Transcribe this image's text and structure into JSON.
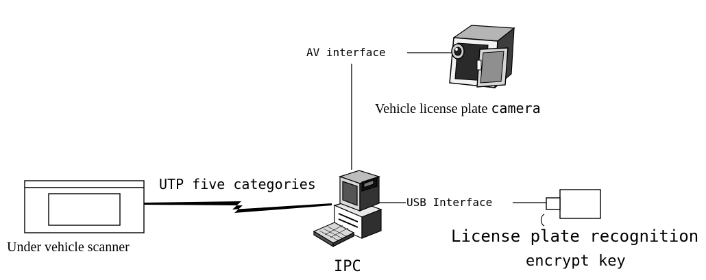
{
  "labels": {
    "av_interface": "AV interface",
    "camera_caption_part1": "Vehicle license plate ",
    "camera_caption_part2": "camera",
    "utp": "UTP five categories",
    "usb_interface": "USB Interface",
    "key_caption_line1": "License plate recognition",
    "key_caption_line2": "encrypt key",
    "scanner_caption": "Under vehicle scanner",
    "ipc_caption": "IPC"
  },
  "icons": {
    "camera": "video-camera-icon",
    "computer": "desktop-computer-icon",
    "scanner": "scanner-icon",
    "key": "usb-dongle-icon"
  },
  "colors": {
    "line": "#000000",
    "device_fill": "#ffffff",
    "shade_dark": "#333333",
    "shade_mid": "#9a9a9a",
    "shade_light": "#d9d9d9"
  }
}
